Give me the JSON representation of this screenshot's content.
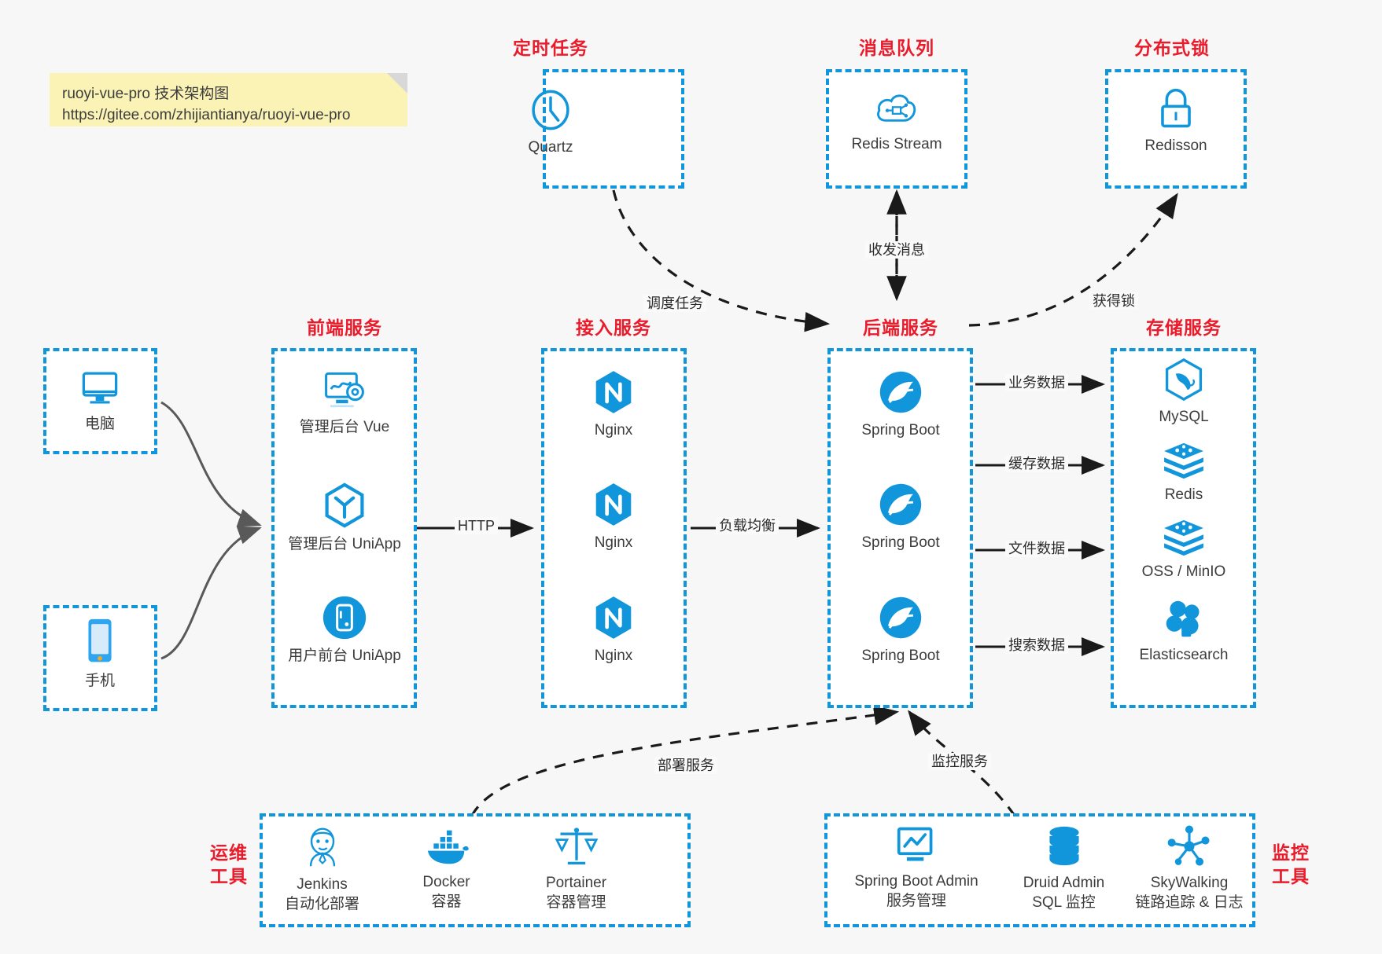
{
  "note": {
    "line1": "ruoyi-vue-pro 技术架构图",
    "line2": "https://gitee.com/zhijiantianya/ruoyi-vue-pro"
  },
  "colors": {
    "accent_blue": "#1296db",
    "title_red": "#ea1b2b",
    "canvas_bg": "#f7f7f7",
    "box_bg": "#ffffff",
    "note_bg": "#fbf3b5",
    "arrow_solid": "#1a1a1a",
    "arrow_curve": "#595959"
  },
  "groups": {
    "scheduler": {
      "title": "定时任务",
      "nodes": [
        {
          "label": "Quartz",
          "icon": "clock-icon"
        }
      ]
    },
    "message_queue": {
      "title": "消息队列",
      "nodes": [
        {
          "label": "Redis Stream",
          "icon": "cloud-stream-icon"
        }
      ]
    },
    "distributed_lock": {
      "title": "分布式锁",
      "nodes": [
        {
          "label": "Redisson",
          "icon": "lock-icon"
        }
      ]
    },
    "clients": {
      "nodes": [
        {
          "label": "电脑",
          "icon": "desktop-computer-icon"
        },
        {
          "label": "手机",
          "icon": "mobile-phone-icon"
        }
      ]
    },
    "frontend": {
      "title": "前端服务",
      "nodes": [
        {
          "label": "管理后台 Vue",
          "icon": "dashboard-settings-icon"
        },
        {
          "label": "管理后台 UniApp",
          "icon": "uniapp-cube-icon"
        },
        {
          "label": "用户前台 UniApp",
          "icon": "mobile-app-icon"
        }
      ]
    },
    "gateway": {
      "title": "接入服务",
      "nodes": [
        {
          "label": "Nginx",
          "icon": "nginx-icon"
        },
        {
          "label": "Nginx",
          "icon": "nginx-icon"
        },
        {
          "label": "Nginx",
          "icon": "nginx-icon"
        }
      ]
    },
    "backend": {
      "title": "后端服务",
      "nodes": [
        {
          "label": "Spring Boot",
          "icon": "spring-boot-icon"
        },
        {
          "label": "Spring Boot",
          "icon": "spring-boot-icon"
        },
        {
          "label": "Spring Boot",
          "icon": "spring-boot-icon"
        }
      ]
    },
    "storage": {
      "title": "存储服务",
      "nodes": [
        {
          "label": "MySQL",
          "icon": "mysql-dolphin-icon"
        },
        {
          "label": "Redis",
          "icon": "redis-stack-icon"
        },
        {
          "label": "OSS / MinIO",
          "icon": "object-storage-icon"
        },
        {
          "label": "Elasticsearch",
          "icon": "elasticsearch-icon"
        }
      ]
    },
    "devops": {
      "title_line1": "运维",
      "title_line2": "工具",
      "nodes": [
        {
          "label": "Jenkins",
          "sublabel": "自动化部署",
          "icon": "jenkins-butler-icon"
        },
        {
          "label": "Docker",
          "sublabel": "容器",
          "icon": "docker-whale-icon"
        },
        {
          "label": "Portainer",
          "sublabel": "容器管理",
          "icon": "portainer-scales-icon"
        }
      ]
    },
    "monitoring": {
      "title_line1": "监控",
      "title_line2": "工具",
      "nodes": [
        {
          "label": "Spring Boot Admin",
          "sublabel": "服务管理",
          "icon": "monitor-chart-icon"
        },
        {
          "label": "Druid Admin",
          "sublabel": "SQL 监控",
          "icon": "database-cylinder-icon"
        },
        {
          "label": "SkyWalking",
          "sublabel": "链路追踪 & 日志",
          "icon": "skywalking-network-icon"
        }
      ]
    }
  },
  "edges": {
    "schedule_task": "调度任务",
    "send_receive_message": "收发消息",
    "acquire_lock": "获得锁",
    "http": "HTTP",
    "load_balance": "负载均衡",
    "business_data": "业务数据",
    "cache_data": "缓存数据",
    "file_data": "文件数据",
    "search_data": "搜索数据",
    "deploy_service": "部署服务",
    "monitor_service": "监控服务"
  }
}
